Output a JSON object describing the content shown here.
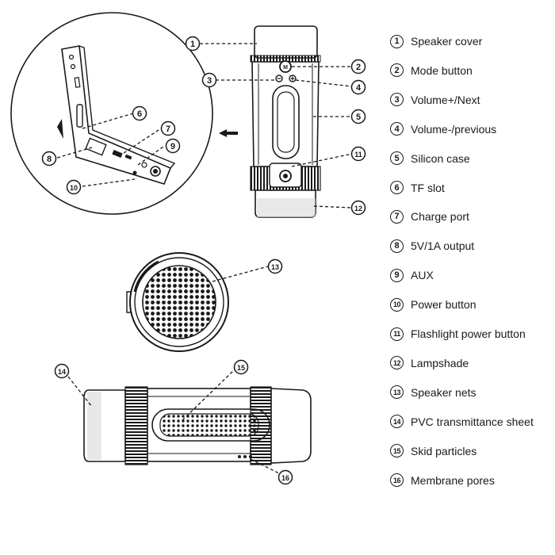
{
  "callouts": [
    "1",
    "2",
    "3",
    "4",
    "5",
    "6",
    "7",
    "8",
    "9",
    "10",
    "11",
    "12",
    "13",
    "14",
    "15",
    "16"
  ],
  "legend": [
    {
      "num": "1",
      "label": "Speaker cover"
    },
    {
      "num": "2",
      "label": "Mode button"
    },
    {
      "num": "3",
      "label": "Volume+/Next"
    },
    {
      "num": "4",
      "label": "Volume-/previous"
    },
    {
      "num": "5",
      "label": "Silicon case"
    },
    {
      "num": "6",
      "label": "TF slot"
    },
    {
      "num": "7",
      "label": "Charge port"
    },
    {
      "num": "8",
      "label": "5V/1A output"
    },
    {
      "num": "9",
      "label": "AUX"
    },
    {
      "num": "10",
      "label": "Power button"
    },
    {
      "num": "11",
      "label": "Flashlight power button"
    },
    {
      "num": "12",
      "label": "Lampshade"
    },
    {
      "num": "13",
      "label": "Speaker nets"
    },
    {
      "num": "14",
      "label": "PVC transmittance sheet"
    },
    {
      "num": "15",
      "label": "Skid particles"
    },
    {
      "num": "16",
      "label": "Membrane pores"
    }
  ],
  "colors": {
    "ink": "#1a1a1a",
    "background": "#ffffff",
    "shade": "#d9d9d9"
  }
}
